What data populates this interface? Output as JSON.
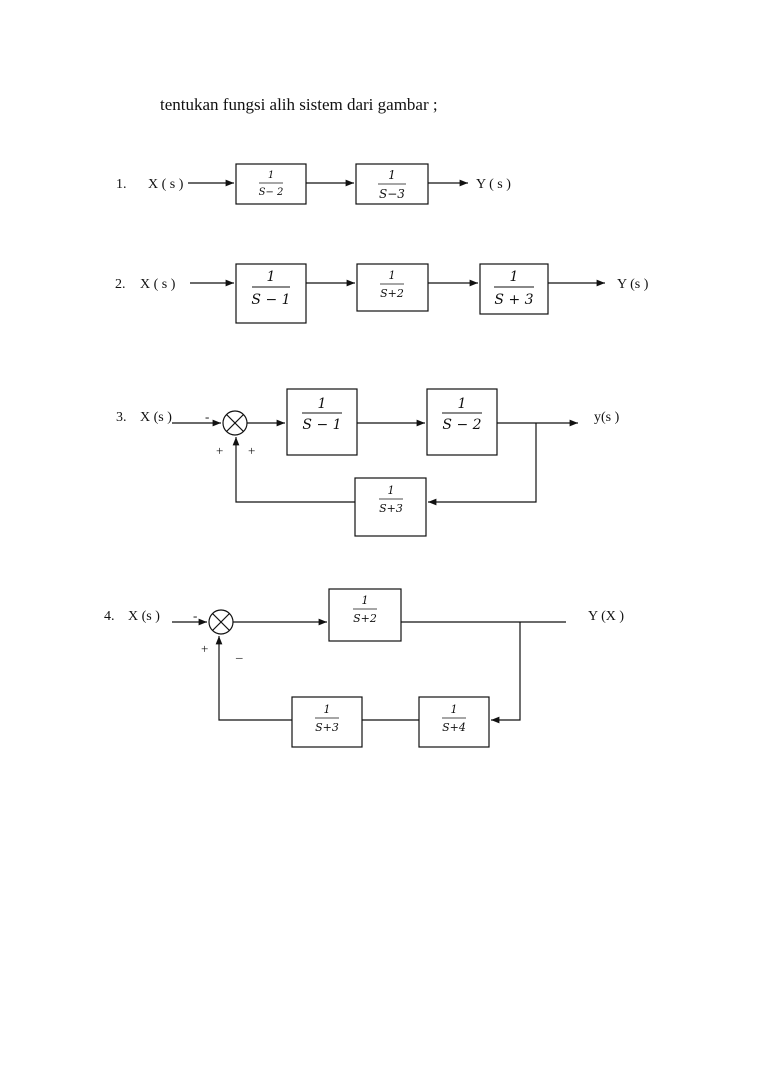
{
  "instruction": "tentukan fungsi alih sistem dari gambar ;",
  "diagrams": [
    {
      "number": "1.",
      "input": "X ( s )",
      "output": "Y ( s )",
      "blocks": [
        {
          "num": "1",
          "den": "S− 2"
        },
        {
          "num": "1",
          "den": "S−3"
        }
      ]
    },
    {
      "number": "2.",
      "input": "X ( s )",
      "output": "Y (s )",
      "blocks": [
        {
          "num": "1",
          "den": "S − 1"
        },
        {
          "num": "1",
          "den": "S+2"
        },
        {
          "num": "1",
          "den": "S + 3"
        }
      ]
    },
    {
      "number": "3.",
      "input": "X (s )",
      "output": "y(s )",
      "signs": {
        "input": "-",
        "bottom_left": "+",
        "bottom_right": "+"
      },
      "blocks": [
        {
          "num": "1",
          "den": "S − 1"
        },
        {
          "num": "1",
          "den": "S − 2"
        },
        {
          "num": "1",
          "den": "S+3"
        }
      ]
    },
    {
      "number": "4.",
      "input": "X (s )",
      "output": "Y (X )",
      "signs": {
        "input": "-",
        "bottom_left": "+",
        "bottom_right": "_"
      },
      "blocks": [
        {
          "num": "1",
          "den": "S+2"
        },
        {
          "num": "1",
          "den": "S+3"
        },
        {
          "num": "1",
          "den": "S+4"
        }
      ]
    }
  ]
}
